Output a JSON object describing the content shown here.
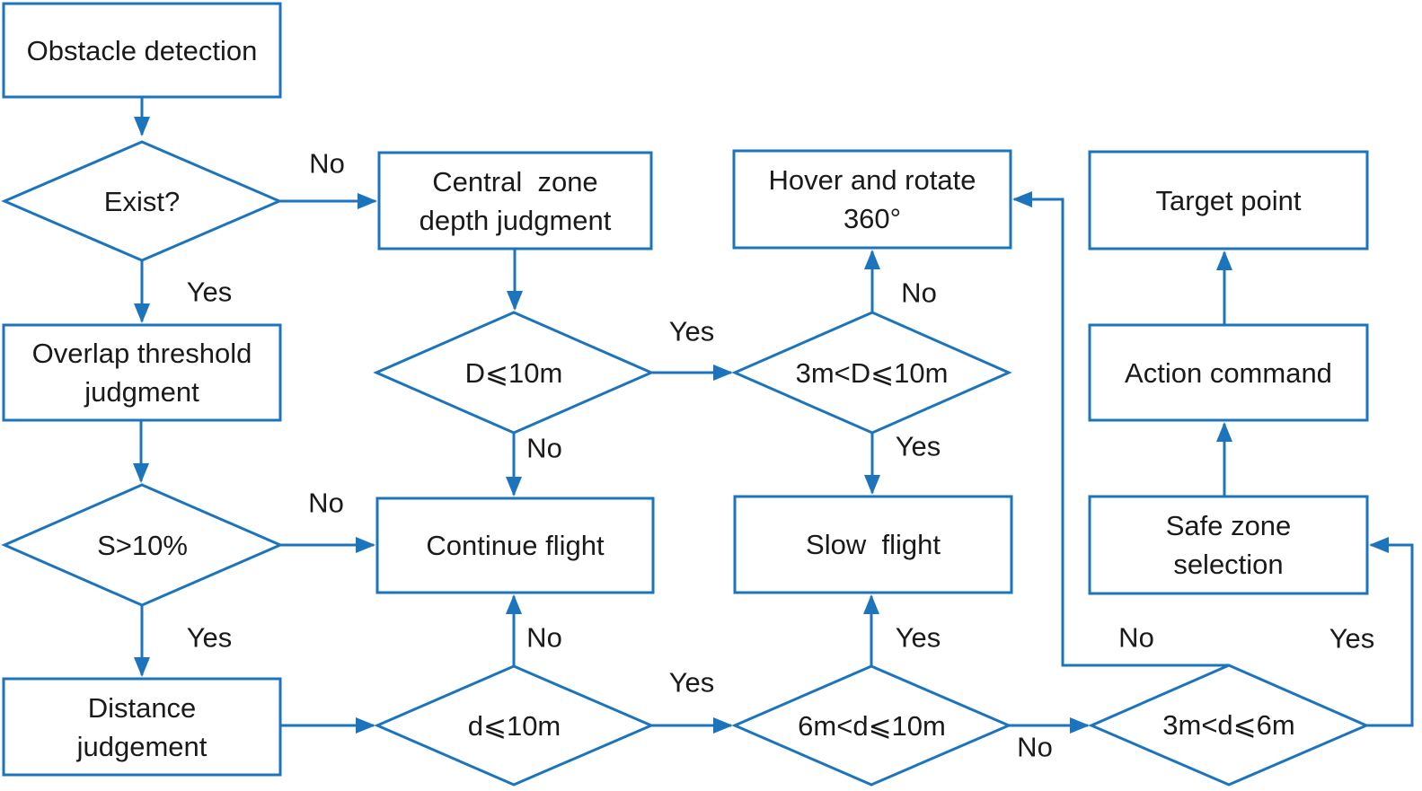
{
  "colors": {
    "line": "#1b74bc",
    "text": "#1a1a1a",
    "background": "#ffffff"
  },
  "nodes": {
    "obstacle_detection": {
      "lines": [
        "Obstacle detection"
      ]
    },
    "exist": {
      "label": "Exist?"
    },
    "central_zone_depth": {
      "lines": [
        "Central  zone",
        "depth judgment"
      ]
    },
    "hover_rotate": {
      "lines": [
        "Hover and rotate",
        "360°"
      ]
    },
    "target_point": {
      "lines": [
        "Target point"
      ]
    },
    "overlap_threshold": {
      "lines": [
        "Overlap threshold",
        "judgment"
      ]
    },
    "s_gt_10pct": {
      "label": "S>10%"
    },
    "D_le_10m": {
      "label": "D⩽10m"
    },
    "m3_D_le_10m": {
      "label": "3m<D⩽10m"
    },
    "action_command": {
      "lines": [
        "Action command"
      ]
    },
    "continue_flight": {
      "lines": [
        "Continue flight"
      ]
    },
    "slow_flight": {
      "lines": [
        "Slow  flight"
      ]
    },
    "safe_zone_selection": {
      "lines": [
        "Safe zone",
        "selection"
      ]
    },
    "distance_judgement": {
      "lines": [
        "Distance",
        "judgement"
      ]
    },
    "d_le_10m": {
      "label": "d⩽10m"
    },
    "m6_d_le_10m": {
      "label": "6m<d⩽10m"
    },
    "m3_d_le_6m": {
      "label": "3m<d⩽6m"
    }
  },
  "edge_labels": {
    "exist_no": "No",
    "exist_yes": "Yes",
    "D_yes": "Yes",
    "D_no": "No",
    "mD_no": "No",
    "mD_yes": "Yes",
    "S_no": "No",
    "S_yes": "Yes",
    "d_no": "No",
    "d_yes": "Yes",
    "md10_yes": "Yes",
    "md10_no": "No",
    "md6_no": "No",
    "md6_yes": "Yes"
  }
}
